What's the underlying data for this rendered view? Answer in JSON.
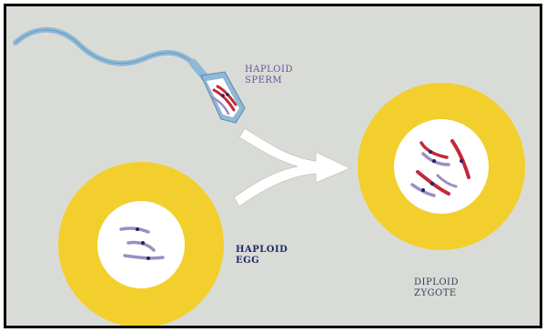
{
  "labels": {
    "sperm": [
      "HAPLOID",
      "SPERM"
    ],
    "egg": [
      "HAPLOID",
      "EGG"
    ],
    "zygote": [
      "DIPLOID",
      "ZYGOTE"
    ]
  },
  "colors": {
    "background": "#d9dcd6",
    "cell_ring": "#f2cf2c",
    "nucleus": "#ffffff",
    "sperm_body": "#8fb9d8",
    "maternal_chromosome": "#9c8dc2",
    "paternal_chromosome": "#c02a3a",
    "centromere": "#1e2460",
    "sperm_label": "#6a4ea0",
    "egg_label": "#1e2a6a",
    "zygote_label": "#3a3a5a"
  },
  "icons": [
    "sperm-icon",
    "egg-cell-icon",
    "zygote-cell-icon",
    "merge-arrow-icon"
  ]
}
